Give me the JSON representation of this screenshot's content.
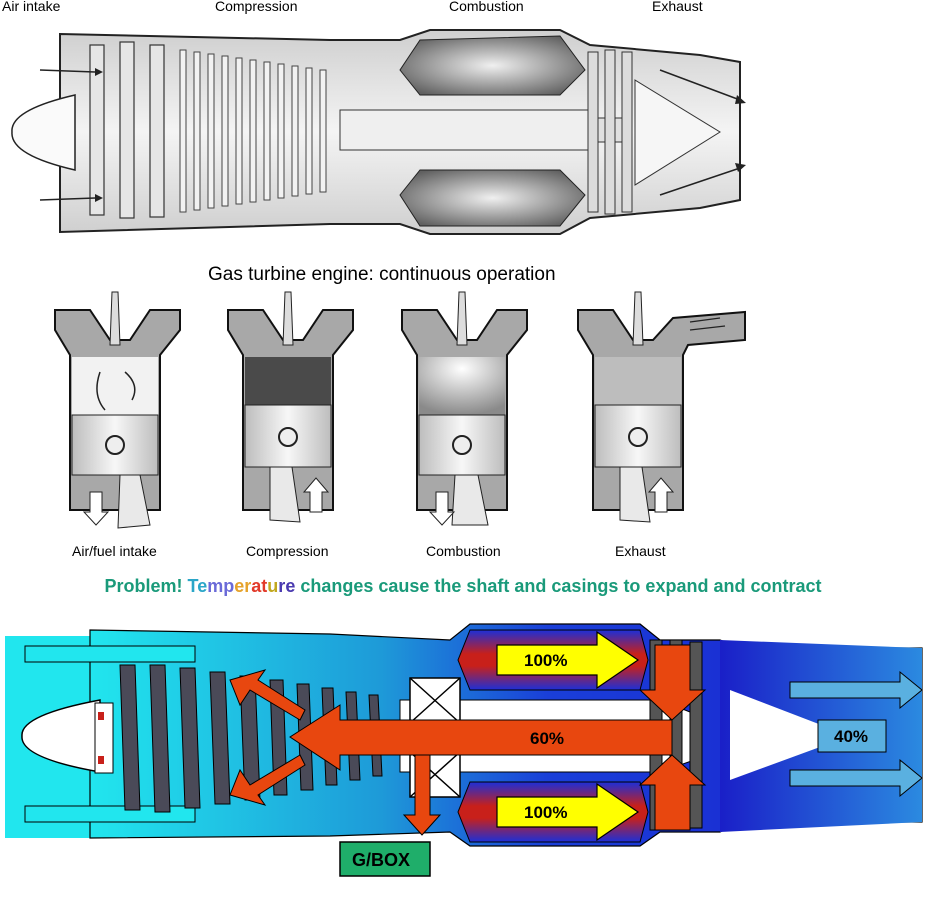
{
  "top_labels": {
    "air_intake": "Air intake",
    "compression": "Compression",
    "combustion": "Combustion",
    "exhaust": "Exhaust"
  },
  "middle_title": "Gas turbine engine: continuous operation",
  "piston_labels": [
    "Air/fuel intake",
    "Compression",
    "Combustion",
    "Exhaust"
  ],
  "problem": {
    "part1": "Problem! ",
    "temp": [
      "T",
      "e",
      "m",
      "p",
      "e",
      "r",
      "a",
      "t",
      "u",
      "r",
      "e"
    ],
    "part2": " changes cause the shaft and casings to expand and contract"
  },
  "bottom": {
    "combustor_top": "100%",
    "combustor_bottom": "100%",
    "shaft": "60%",
    "exhaust": "40%",
    "gearbox": "G/BOX"
  },
  "colors": {
    "teal_text": "#1a9a7a",
    "cyan": "#21d8e6",
    "blue": "#1a2fd8",
    "orange_arrow": "#e8470f",
    "yellow_arrow": "#ffff00",
    "gearbox_green": "#1fae6a"
  }
}
